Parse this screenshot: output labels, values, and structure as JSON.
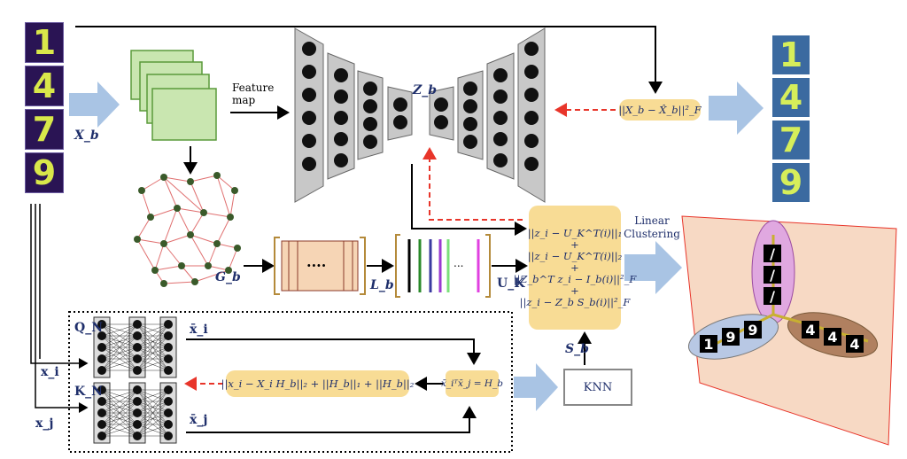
{
  "input_digits": [
    "1",
    "4",
    "7",
    "9"
  ],
  "output_digits": [
    "1",
    "4",
    "7",
    "9"
  ],
  "labels": {
    "xb": "X_b",
    "feature_map": "Feature map",
    "zb": "Z_b",
    "gb": "G_b",
    "lb": "L_b",
    "uk": "U_K",
    "sb": "S_b",
    "qn": "Q_N",
    "kn": "K_N",
    "xi": "x_i",
    "xj": "x_j",
    "xbar_i": "x̄_i",
    "xbar_j": "x̄_j",
    "linear_clustering": "Linear Clustering",
    "knn": "KNN",
    "ellipsis": "····",
    "bars_ellipsis": "..."
  },
  "formulas": {
    "recon_loss": "||X_b − X̂_b||²_F",
    "cluster_loss": [
      "||z_i − U_K^T(i)||₁",
      "+",
      "||z_i − U_K^T(i)||₂",
      "+",
      "||Z_b^T z_i − I_b(i)||²_F",
      "+",
      "||z_i − Z_b S_b(i)||²_F"
    ],
    "h_loss": "||x_i − X_i H_b||₂ + ||H_b||₁ + ||H_b||₂",
    "hb": "x̄_iᵀx̄_j = H_b"
  },
  "cluster_digits": {
    "purple": [
      "/",
      "/",
      "/"
    ],
    "blue": [
      "1",
      "9",
      "9"
    ],
    "brown": [
      "4",
      "4",
      "4"
    ]
  },
  "colors": {
    "arrow_blue": "#a9c4e4",
    "formula_bg": "#f8dc95",
    "red_dashed": "#e8352a",
    "panel_pink": "#f7d9c4",
    "feature_green": "#c9e6b0"
  }
}
